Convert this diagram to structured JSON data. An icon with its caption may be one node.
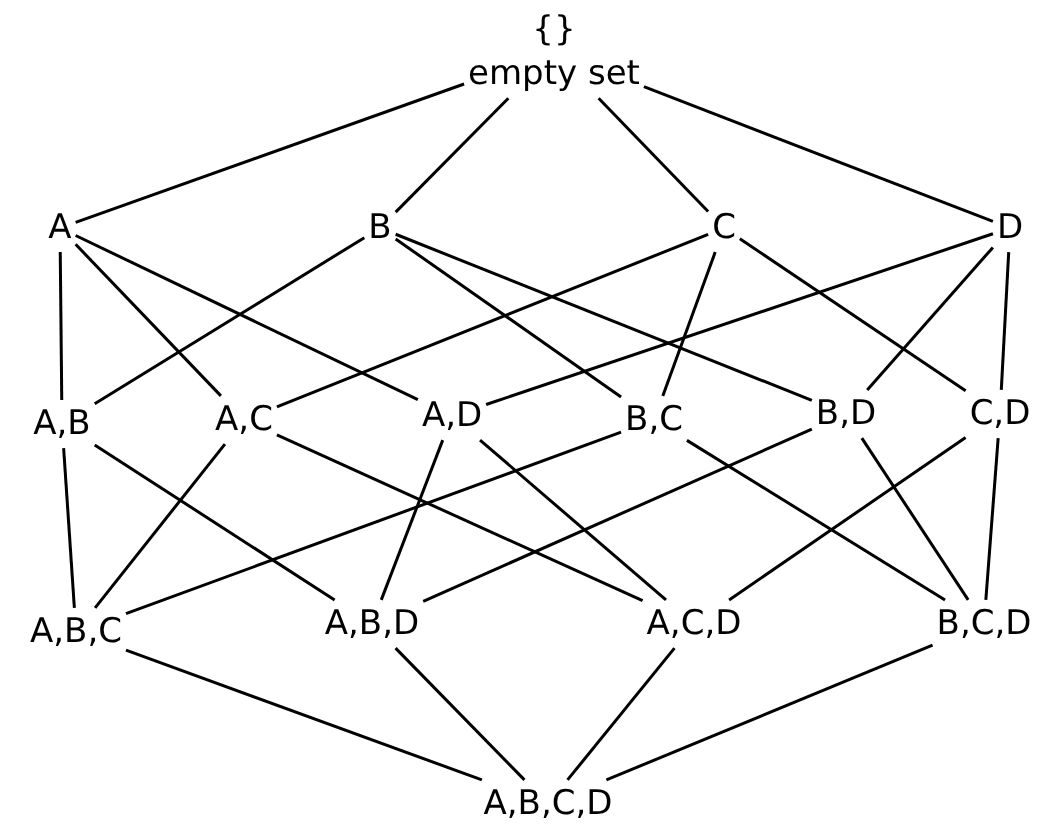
{
  "diagram": {
    "nodes": [
      {
        "text": [
          "{}",
          "empty set"
        ]
      },
      {
        "text": [
          "A"
        ]
      },
      {
        "text": [
          "B"
        ]
      },
      {
        "text": [
          "C"
        ]
      },
      {
        "text": [
          "D"
        ]
      },
      {
        "text": [
          "A,B"
        ]
      },
      {
        "text": [
          "A,C"
        ]
      },
      {
        "text": [
          "A,D"
        ]
      },
      {
        "text": [
          "B,C"
        ]
      },
      {
        "text": [
          "B,D"
        ]
      },
      {
        "text": [
          "C,D"
        ]
      },
      {
        "text": [
          "A,B,C"
        ]
      },
      {
        "text": [
          "A,B,D"
        ]
      },
      {
        "text": [
          "A,C,D"
        ]
      },
      {
        "text": [
          "B,C,D"
        ]
      },
      {
        "text": [
          "A,B,C,D"
        ]
      }
    ],
    "edges": [
      {
        "from": 0,
        "to": 1,
        "arrow": "none"
      },
      {
        "from": 0,
        "to": 2,
        "arrow": "none"
      },
      {
        "from": 0,
        "to": 3,
        "arrow": "none"
      },
      {
        "from": 0,
        "to": 4,
        "arrow": "none"
      },
      {
        "from": 1,
        "to": 5,
        "arrow": "none"
      },
      {
        "from": 1,
        "to": 6,
        "arrow": "none"
      },
      {
        "from": 1,
        "to": 7,
        "arrow": "none"
      },
      {
        "from": 2,
        "to": 5,
        "arrow": "none"
      },
      {
        "from": 2,
        "to": 8,
        "arrow": "none"
      },
      {
        "from": 2,
        "to": 9,
        "arrow": "none"
      },
      {
        "from": 3,
        "to": 6,
        "arrow": "none"
      },
      {
        "from": 3,
        "to": 8,
        "arrow": "none"
      },
      {
        "from": 3,
        "to": 10,
        "arrow": "none"
      },
      {
        "from": 4,
        "to": 7,
        "arrow": "none"
      },
      {
        "from": 4,
        "to": 9,
        "arrow": "none"
      },
      {
        "from": 4,
        "to": 10,
        "arrow": "none"
      },
      {
        "from": 5,
        "to": 11,
        "arrow": "none"
      },
      {
        "from": 5,
        "to": 12,
        "arrow": "none"
      },
      {
        "from": 6,
        "to": 11,
        "arrow": "none"
      },
      {
        "from": 6,
        "to": 13,
        "arrow": "none"
      },
      {
        "from": 7,
        "to": 12,
        "arrow": "none"
      },
      {
        "from": 7,
        "to": 13,
        "arrow": "none"
      },
      {
        "from": 8,
        "to": 11,
        "arrow": "none"
      },
      {
        "from": 8,
        "to": 14,
        "arrow": "none"
      },
      {
        "from": 9,
        "to": 12,
        "arrow": "none"
      },
      {
        "from": 9,
        "to": 14,
        "arrow": "none"
      },
      {
        "from": 10,
        "to": 13,
        "arrow": "none"
      },
      {
        "from": 10,
        "to": 14,
        "arrow": "none"
      },
      {
        "from": 11,
        "to": 15,
        "arrow": "none"
      },
      {
        "from": 12,
        "to": 15,
        "arrow": "none"
      },
      {
        "from": 13,
        "to": 15,
        "arrow": "none"
      },
      {
        "from": 14,
        "to": 15,
        "arrow": "none"
      }
    ]
  }
}
